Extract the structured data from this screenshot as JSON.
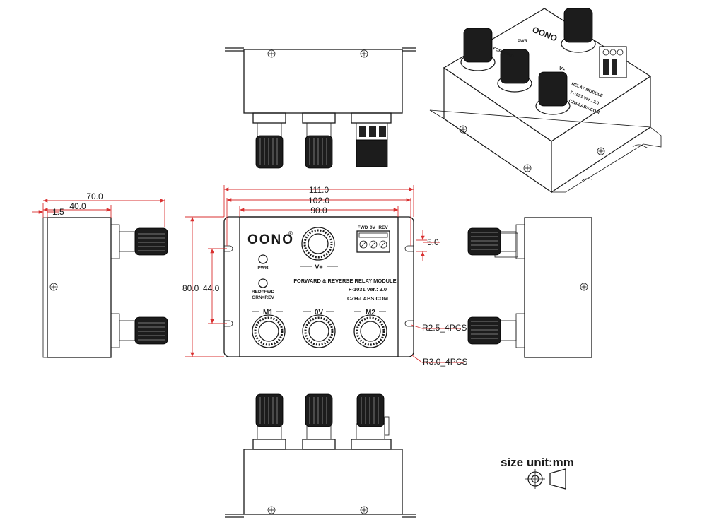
{
  "front_panel": {
    "brand": "OONO",
    "brand_mark": "®",
    "vplus_label": "V+",
    "pwr_label": "PWR",
    "led_legend_1": "RED=FWD",
    "led_legend_2": "GRN=REV",
    "terminal_labels": [
      "FWD",
      "0V",
      "REV"
    ],
    "module_title": "FORWARD & REVERSE RELAY MODULE",
    "model": "F-1031 Ver.: 2.0",
    "website": "CZH-LABS.COM",
    "m1_label": "M1",
    "zero_v_label": "0V",
    "m2_label": "M2"
  },
  "iso_view": {
    "brand": "OONO",
    "pwr": "PWR",
    "vplus": "V+",
    "line1": "FORWARD",
    "line2": "RELAY MODULE",
    "line3": "F-1031 Ver.: 2.0",
    "line4": "CZH-LABS.COM"
  },
  "dimensions": {
    "overall_width": "111.0",
    "flange_pitch": "102.0",
    "body_width": "90.0",
    "height": "80.0",
    "slot_pitch": "44.0",
    "slot_width": "5.0",
    "slot_radius": "R2.5_4PCS",
    "corner_radius": "R3.0_4PCS",
    "side_depth": "70.0",
    "side_body": "40.0",
    "flange_thickness": "1.5"
  },
  "units_note": "size unit:mm",
  "icons": [
    "projection-symbol-icon"
  ]
}
